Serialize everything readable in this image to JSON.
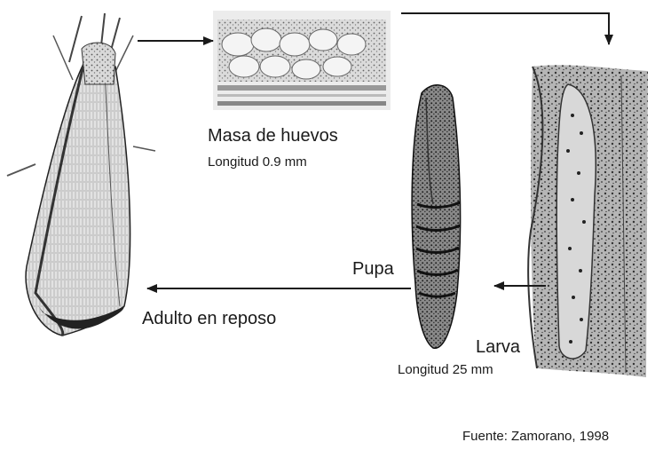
{
  "labels": {
    "egg_mass": "Masa de huevos",
    "egg_length": "Longitud 0.9 mm",
    "pupa": "Pupa",
    "adult": "Adulto en reposo",
    "larva": "Larva",
    "larva_length": "Longitud 25 mm",
    "source": "Fuente: Zamorano, 1998"
  },
  "colors": {
    "ink": "#1a1a1a",
    "paper": "#ffffff"
  }
}
